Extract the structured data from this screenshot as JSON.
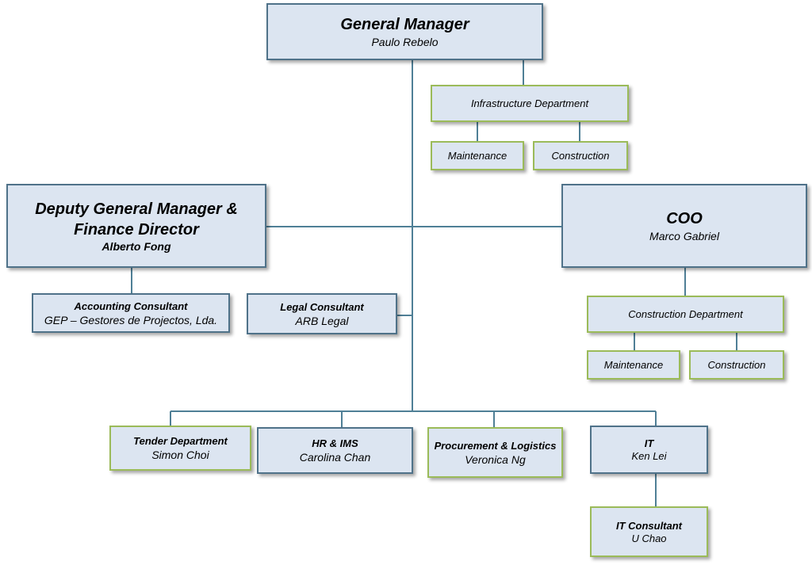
{
  "general_manager": {
    "title": "General Manager",
    "name": "Paulo Rebelo"
  },
  "infrastructure": {
    "title": "Infrastructure Department",
    "children": [
      "Maintenance",
      "Construction"
    ]
  },
  "deputy": {
    "title_line1": "Deputy General Manager &",
    "title_line2": "Finance Director",
    "name": "Alberto Fong"
  },
  "coo": {
    "title": "COO",
    "name": "Marco Gabriel"
  },
  "accounting": {
    "title": "Accounting  Consultant",
    "name": "GEP – Gestores de Projectos, Lda."
  },
  "legal": {
    "title": "Legal Consultant",
    "name": "ARB Legal"
  },
  "construction_dept": {
    "title": "Construction Department",
    "children": [
      "Maintenance",
      "Construction"
    ]
  },
  "tender": {
    "title": "Tender Department",
    "name": "Simon Choi"
  },
  "hr": {
    "title": "HR & IMS",
    "name": "Carolina Chan"
  },
  "procurement": {
    "title": "Procurement & Logistics",
    "name": "Veronica Ng"
  },
  "it": {
    "title": "IT",
    "name": "Ken Lei"
  },
  "it_consultant": {
    "title": "IT  Consultant",
    "name": "U Chao"
  },
  "colors": {
    "box_fill": "#dce5f1",
    "blue_border": "#4f7289",
    "green_border": "#9bbb59",
    "connector": "#4f7f96"
  }
}
